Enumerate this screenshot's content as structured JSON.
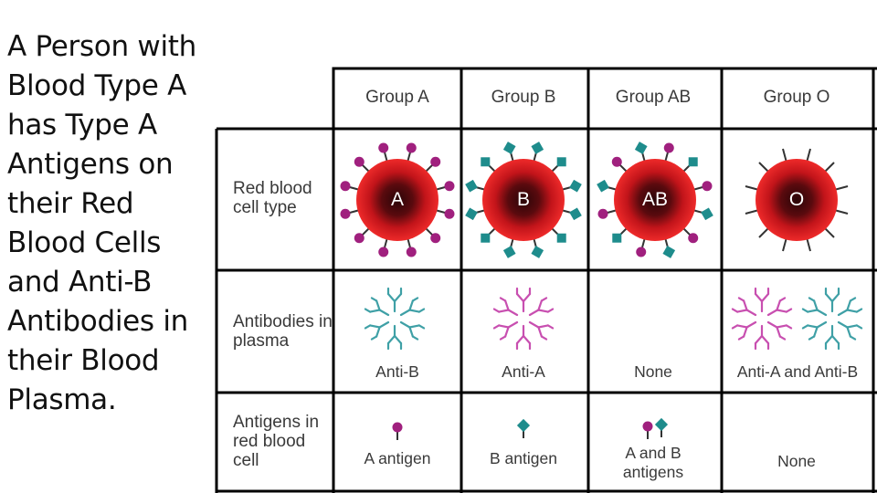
{
  "slide": {
    "text": "A Person with Blood Type A has Type A Antigens on their Red Blood Cells and Anti-B Antibodies in their Blood Plasma."
  },
  "table": {
    "groups": [
      {
        "header": "Group A",
        "cell_label": "A",
        "antibody_label": "Anti-B",
        "antigen_label": "A antigen"
      },
      {
        "header": "Group B",
        "cell_label": "B",
        "antibody_label": "Anti-A",
        "antigen_label": "B antigen"
      },
      {
        "header": "Group AB",
        "cell_label": "AB",
        "antibody_label": "None",
        "antigen_label": "A and B antigens"
      },
      {
        "header": "Group O",
        "cell_label": "O",
        "antibody_label": "Anti-A and Anti-B",
        "antigen_label": "None"
      }
    ],
    "rows": {
      "rbc": "Red blood cell type",
      "antibodies": "Antibodies in plasma",
      "antigens": "Antigens in red blood cell"
    }
  },
  "colors": {
    "antigen_a": "#a0207e",
    "antigen_b": "#1e8c8c",
    "antibody_anti_a": "#c84fb0",
    "antibody_anti_b": "#3fa0a6",
    "cell_red": "#e8141b",
    "cell_dark": "#2a0508",
    "grid": "#000000"
  }
}
